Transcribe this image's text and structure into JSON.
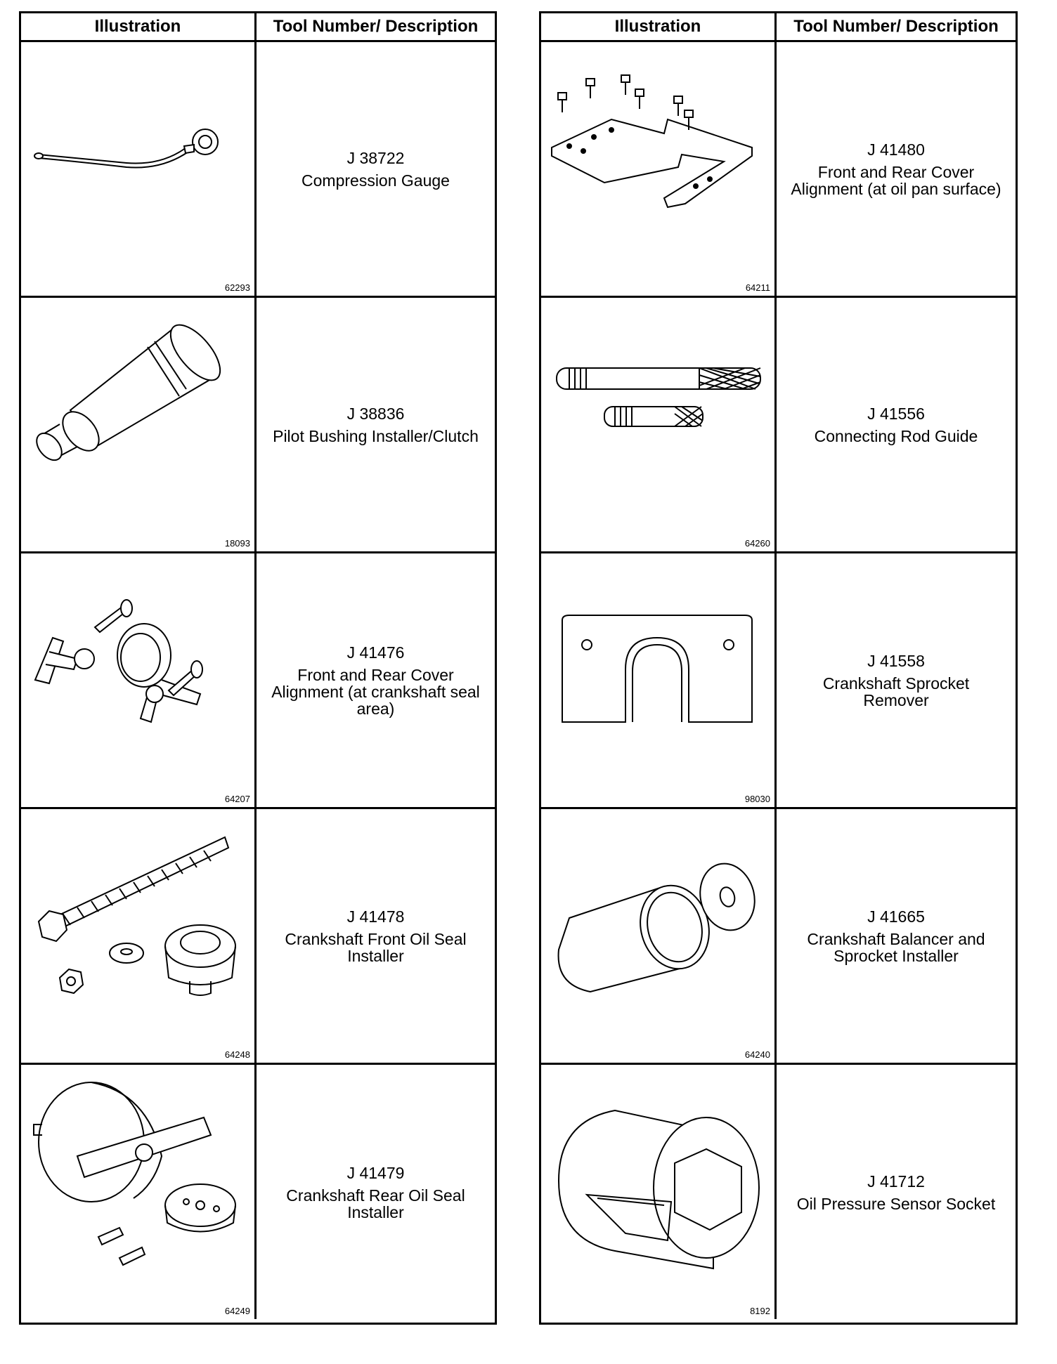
{
  "headers": {
    "illustration": "Illustration",
    "tool": "Tool Number/ Description"
  },
  "left": [
    {
      "fig": "62293",
      "number": "J 38722",
      "desc": "Compression Gauge",
      "icon": "compression-gauge-icon"
    },
    {
      "fig": "18093",
      "number": "J 38836",
      "desc": "Pilot Bushing Installer/Clutch",
      "icon": "bushing-installer-icon"
    },
    {
      "fig": "64207",
      "number": "J 41476",
      "desc": "Front and Rear Cover Alignment (at crankshaft seal area)",
      "icon": "cover-alignment-icon"
    },
    {
      "fig": "64248",
      "number": "J 41478",
      "desc": "Crankshaft Front Oil Seal Installer",
      "icon": "front-seal-installer-icon"
    },
    {
      "fig": "64249",
      "number": "J 41479",
      "desc": "Crankshaft Rear Oil Seal Installer",
      "icon": "rear-seal-installer-icon"
    }
  ],
  "right": [
    {
      "fig": "64211",
      "number": "J 41480",
      "desc": "Front and Rear Cover Alignment (at oil pan surface)",
      "icon": "alignment-plate-icon"
    },
    {
      "fig": "64260",
      "number": "J 41556",
      "desc": "Connecting Rod Guide",
      "icon": "rod-guide-icon"
    },
    {
      "fig": "98030",
      "number": "J 41558",
      "desc": "Crankshaft Sprocket Remover",
      "icon": "sprocket-remover-icon"
    },
    {
      "fig": "64240",
      "number": "J 41665",
      "desc": "Crankshaft Balancer and Sprocket Installer",
      "icon": "balancer-installer-icon"
    },
    {
      "fig": "8192",
      "number": "J 41712",
      "desc": "Oil Pressure Sensor Socket",
      "icon": "sensor-socket-icon"
    }
  ]
}
